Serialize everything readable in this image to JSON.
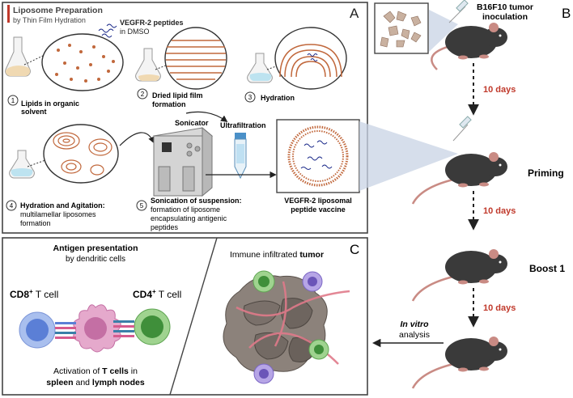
{
  "panel_a": {
    "letter": "A",
    "title": "Liposome Preparation",
    "subtitle": "by Thin Film Hydration",
    "peptide_label_1": "VEGFR-2 peptides",
    "peptide_label_2": "in DMSO",
    "steps": [
      {
        "num": "1",
        "line1": "Lipids in organic",
        "line2": "solvent"
      },
      {
        "num": "2",
        "line1": "Dried lipid film",
        "line2": "formation"
      },
      {
        "num": "3",
        "line1": "Hydration",
        "line2": ""
      },
      {
        "num": "4",
        "line1": "Hydration and Agitation:",
        "line2": "multilamellar liposomes",
        "line3": "formation"
      },
      {
        "num": "5",
        "line1": "Sonication of suspension:",
        "line2": "formation  of liposome",
        "line3": "encapsulating antigenic",
        "line4": "peptides"
      }
    ],
    "sonicator_label": "Sonicator",
    "ultrafiltration_label": "Ultrafiltration",
    "vaccine_line1": "VEGFR-2 liposomal",
    "vaccine_line2": "peptide vaccine"
  },
  "panel_b": {
    "letter": "B",
    "inoculation_line1": "B16F10 tumor",
    "inoculation_line2": "inoculation",
    "interval1": "10 days",
    "priming": "Priming",
    "interval2": "10 days",
    "boost": "Boost 1",
    "interval3": "10 days",
    "invitro_1": "In vitro",
    "invitro_2": "analysis"
  },
  "panel_c": {
    "letter": "C",
    "antigen_title": "Antigen presentation",
    "antigen_sub": "by dendritic cells",
    "cd8_main": "CD8",
    "cd8_sup": "+",
    "cd8_rest": " T cell",
    "cd4_main": "CD4",
    "cd4_sup": "+",
    "cd4_rest": " T cell",
    "activation_1": "Activation of ",
    "activation_bold": "T cells",
    "activation_2": " in",
    "spleen": "spleen",
    "and": " and ",
    "lymph": "lymph nodes",
    "infiltrated_1": "Immune infiltrated ",
    "infiltrated_bold": "tumor"
  },
  "colors": {
    "accent_red": "#c0392b",
    "mouse": "#3a3a3a",
    "tail": "#c98b84",
    "border": "#444444",
    "cd8": "#5b7fd6",
    "cd4": "#3f8f3a",
    "dendritic": "#c46fa4",
    "tumor": "#7a706a"
  },
  "icons": [
    "flask-icon",
    "sonicator-icon",
    "tube-icon",
    "syringe-icon",
    "mouse-icon",
    "cell-culture-icon"
  ]
}
